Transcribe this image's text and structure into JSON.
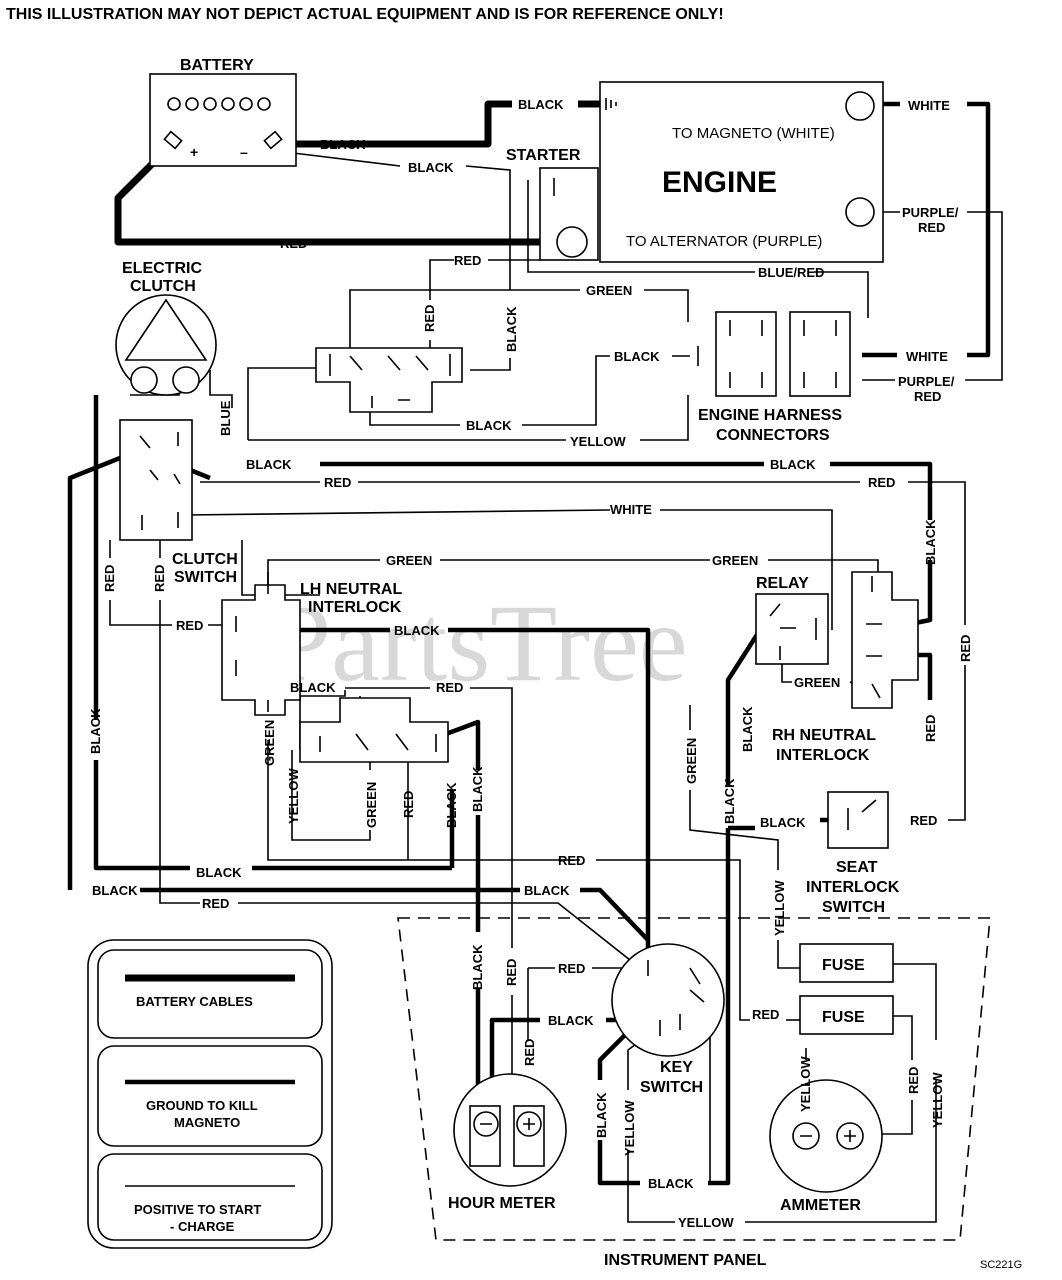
{
  "header": {
    "disclaimer": "THIS ILLUSTRATION MAY NOT DEPICT ACTUAL EQUIPMENT AND IS  FOR REFERENCE ONLY!"
  },
  "watermark": "PartsTree",
  "components": {
    "battery": "BATTERY",
    "battery_plus": "+",
    "battery_minus": "–",
    "engine": "ENGINE",
    "to_magneto": "TO MAGNETO (WHITE)",
    "to_alternator": "TO ALTERNATOR (PURPLE)",
    "starter": "STARTER",
    "electric_clutch_1": "ELECTRIC",
    "electric_clutch_2": "CLUTCH",
    "engine_harness_1": "ENGINE HARNESS",
    "engine_harness_2": "CONNECTORS",
    "clutch_switch_1": "CLUTCH",
    "clutch_switch_2": "SWITCH",
    "lh_neutral_1": "LH NEUTRAL",
    "lh_neutral_2": "INTERLOCK",
    "relay": "RELAY",
    "rh_neutral_1": "RH NEUTRAL",
    "rh_neutral_2": "INTERLOCK",
    "seat_interlock_1": "SEAT",
    "seat_interlock_2": "INTERLOCK",
    "seat_interlock_3": "SWITCH",
    "fuse_1": "FUSE",
    "fuse_2": "FUSE",
    "key_switch_1": "KEY",
    "key_switch_2": "SWITCH",
    "hour_meter": "HOUR METER",
    "ammeter": "AMMETER",
    "instrument_panel": "INSTRUMENT PANEL",
    "part_code": "SC221G"
  },
  "wire_labels": {
    "black": "BLACK",
    "red": "RED",
    "white": "WHITE",
    "green": "GREEN",
    "yellow": "YELLOW",
    "blue": "BLUE",
    "blue_red": "BLUE/RED",
    "purple_red_1": "PURPLE/",
    "purple_red_2": "RED"
  },
  "legend": {
    "battery_cables": "BATTERY CABLES",
    "ground_1": "GROUND TO KILL",
    "ground_2": "MAGNETO",
    "positive_1": "POSITIVE TO START",
    "positive_2": "- CHARGE"
  }
}
